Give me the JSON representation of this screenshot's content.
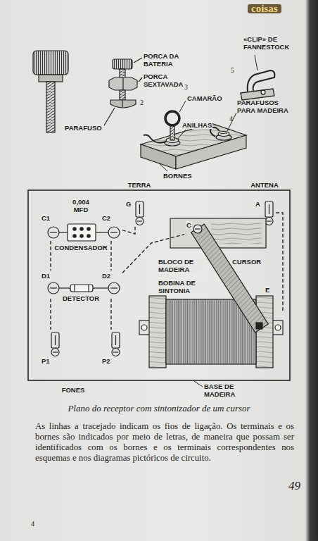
{
  "diagram": {
    "caption": "Plano do receptor com sintonizador de um cursor",
    "nodes": [
      {
        "text": [
          "G"
        ]
      },
      {
        "text": [
          "A"
        ]
      },
      {
        "text": [
          "C1"
        ]
      },
      {
        "text": [
          "C2"
        ]
      },
      {
        "text": [
          "D1"
        ]
      },
      {
        "text": [
          "D2"
        ]
      },
      {
        "text": [
          "BLOCO DE MADEIRA"
        ]
      },
      {
        "text": [
          "C"
        ],
        "in": 6
      },
      {
        "text": [
          "BOBINA DE SINTONIA"
        ]
      },
      {
        "text": [
          "P1"
        ]
      },
      {
        "text": [
          "P2"
        ]
      }
    ],
    "edges": [
      {
        "from": 2,
        "to": 4,
        "arrow": "none"
      },
      {
        "from": 4,
        "to": 9,
        "arrow": "none"
      },
      {
        "from": 3,
        "to": 5,
        "arrow": "none"
      },
      {
        "from": 5,
        "to": 10,
        "arrow": "none"
      },
      {
        "from": 3,
        "to": 0,
        "arrow": "none"
      },
      {
        "from": 5,
        "to": 7,
        "arrow": "none"
      },
      {
        "from": 1,
        "to": 8,
        "arrow": "none"
      }
    ],
    "labels": [
      "coisas",
      "PORCA DA BATERIA",
      "PORCA SEXTAVADA",
      "PARAFUSO",
      "2",
      "«CLIP» DE FANNESTOCK",
      "5",
      "3",
      "CAMARÃO",
      "PARAFUSOS PARA MADEIRA",
      "4",
      "ANILHAS",
      "BORNES",
      "TERRA",
      "ANTENA",
      "0,004 MFD",
      "CONDENSADOR",
      "DETECTOR",
      "CURSOR",
      "E",
      "FONES",
      "BASE DE MADEIRA",
      "As linhas a tracejado indicam os fios de ligação. Os terminais e os bornes são indicados por meio de letras, de maneira que possam ser identificados com os bornes e os terminais correspondentes nos esquemas e nos diagramas pictóricos de circuito.",
      "49",
      "4"
    ]
  }
}
